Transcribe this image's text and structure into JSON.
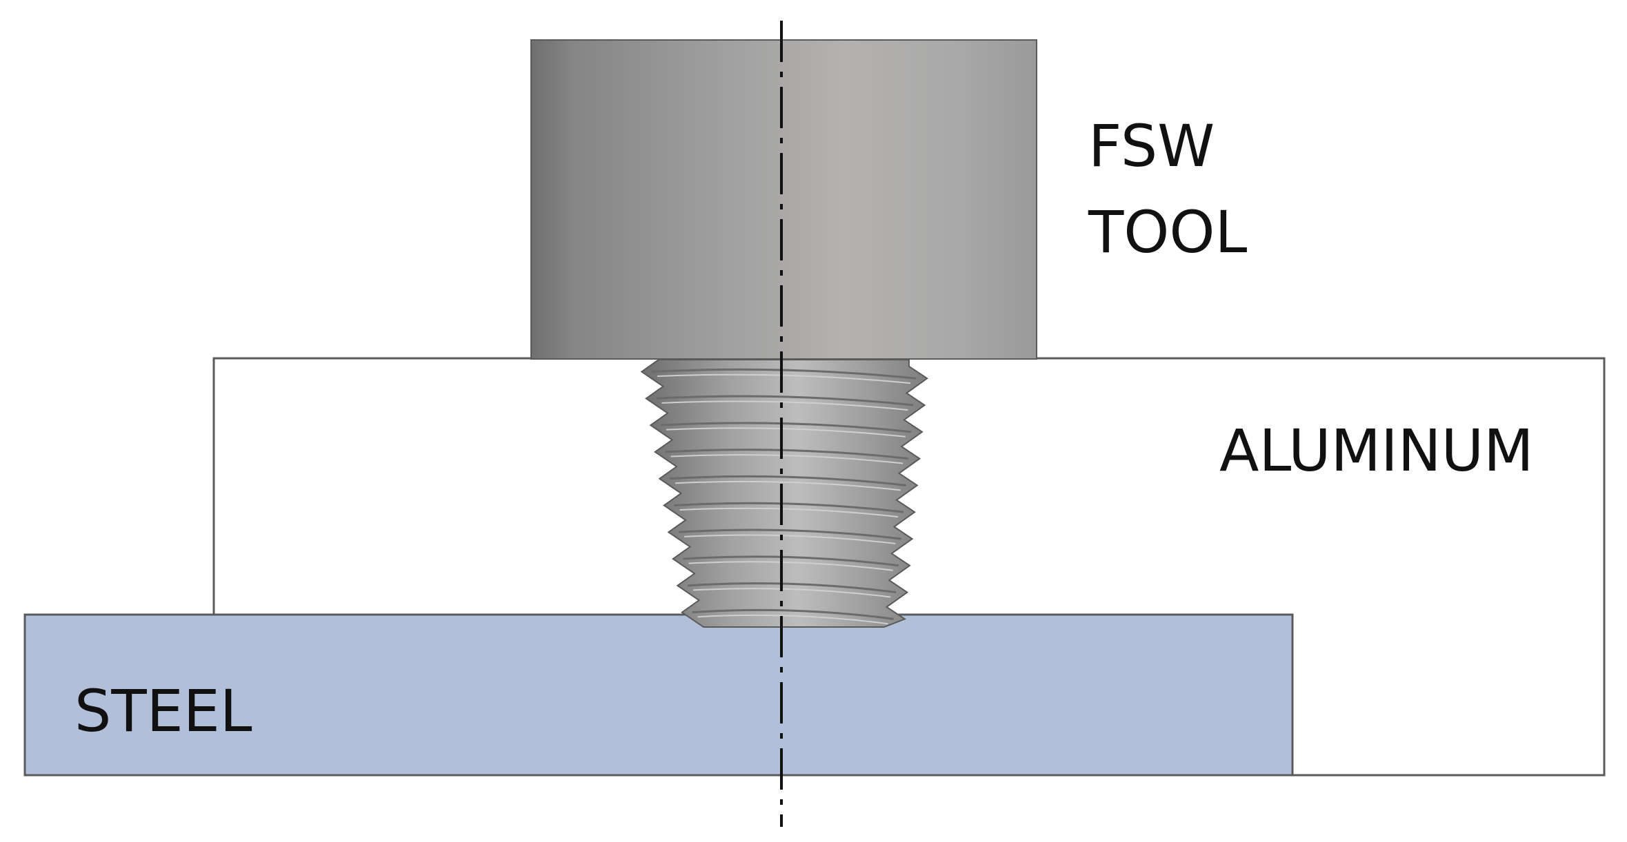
{
  "labels": {
    "tool_line1": "FSW",
    "tool_line2": "TOOL",
    "aluminum": "ALUMINUM",
    "steel": "STEEL"
  },
  "colors": {
    "background": "#ffffff",
    "aluminum_fill": "#ffffff",
    "outline": "#5a5a5a",
    "steel_fill": "#b1bfd9",
    "tool_dark": "#7a7a7a",
    "tool_light": "#b9b9b9",
    "centerline": "#111111"
  }
}
